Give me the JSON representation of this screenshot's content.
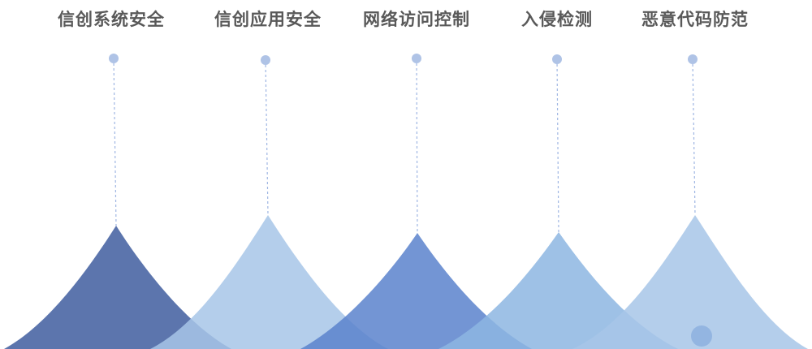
{
  "colors": {
    "label_text": "#595959",
    "connector": "#9fb6e3",
    "dot": "#afc3e6",
    "accent_circle": "#8fb3e0"
  },
  "items": [
    {
      "label": "信创系统安全",
      "color": "#4a66a4",
      "opacity": 0.9
    },
    {
      "label": "信创应用安全",
      "color": "#a7c5e8",
      "opacity": 0.85
    },
    {
      "label": "网络访问控制",
      "color": "#5b82cc",
      "opacity": 0.85
    },
    {
      "label": "入侵检测",
      "color": "#8db6e2",
      "opacity": 0.85
    },
    {
      "label": "恶意代码防范",
      "color": "#a7c5e8",
      "opacity": 0.85
    }
  ]
}
